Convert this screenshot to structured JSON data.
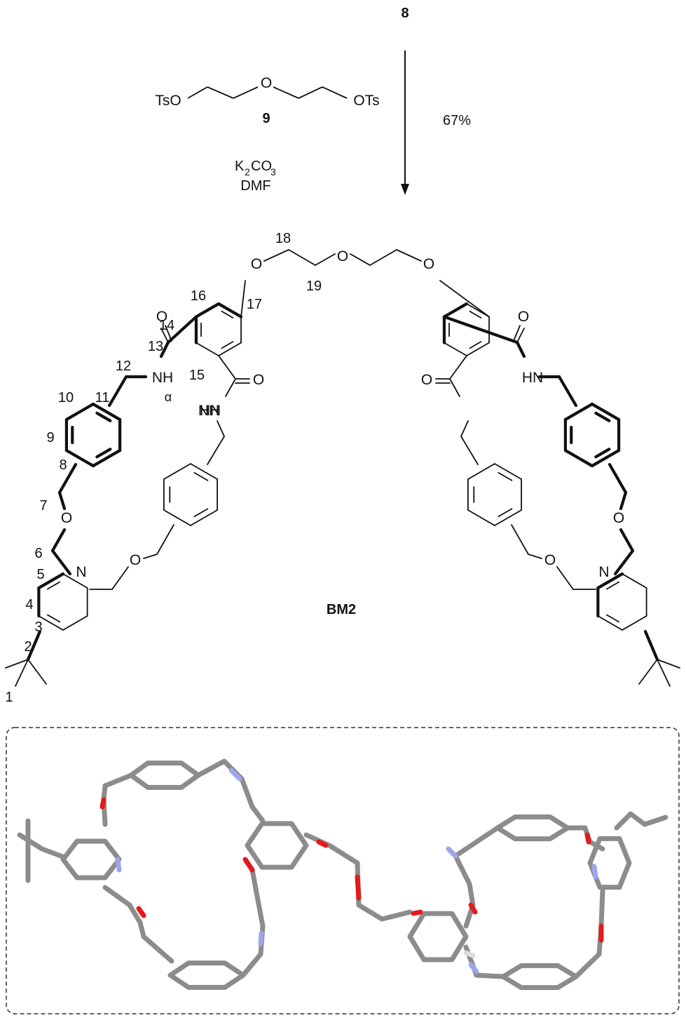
{
  "reaction": {
    "starting_material": "8",
    "reagent_left": "TsO",
    "reagent_ether_o": "O",
    "reagent_right": "OTs",
    "reagent_number": "9",
    "base_k": "K",
    "base_2": "2",
    "base_co": "CO",
    "base_3": "3",
    "solvent": "DMF",
    "yield": "67%"
  },
  "product": {
    "name": "BM2",
    "atoms": {
      "O": "O",
      "N": "N",
      "NH": "NH",
      "HN": "HN",
      "alpha": "α"
    },
    "numbering": [
      "1",
      "2",
      "3",
      "4",
      "5",
      "6",
      "7",
      "8",
      "9",
      "10",
      "11",
      "12",
      "13",
      "14",
      "15",
      "16",
      "17",
      "18",
      "19"
    ]
  },
  "crystal_structure": {
    "colors": {
      "carbon": "#8c8c8c",
      "oxygen": "#e21b1b",
      "nitrogen": "#9fa6e8",
      "hydrogen": "#dcdcdc",
      "frame": "#333333"
    }
  }
}
